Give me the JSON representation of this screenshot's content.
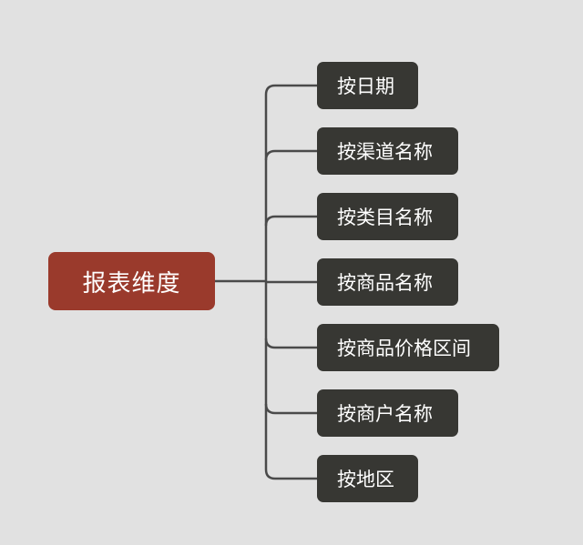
{
  "root": {
    "label": "报表维度"
  },
  "children": [
    {
      "label": "按日期"
    },
    {
      "label": "按渠道名称"
    },
    {
      "label": "按类目名称"
    },
    {
      "label": "按商品名称"
    },
    {
      "label": "按商品价格区间"
    },
    {
      "label": "按商户名称"
    },
    {
      "label": "按地区"
    }
  ],
  "colors": {
    "background": "#e1e1e1",
    "root_fill": "#9a3a2c",
    "child_fill": "#373733",
    "connector": "#4a4a4a",
    "text": "#ffffff"
  }
}
